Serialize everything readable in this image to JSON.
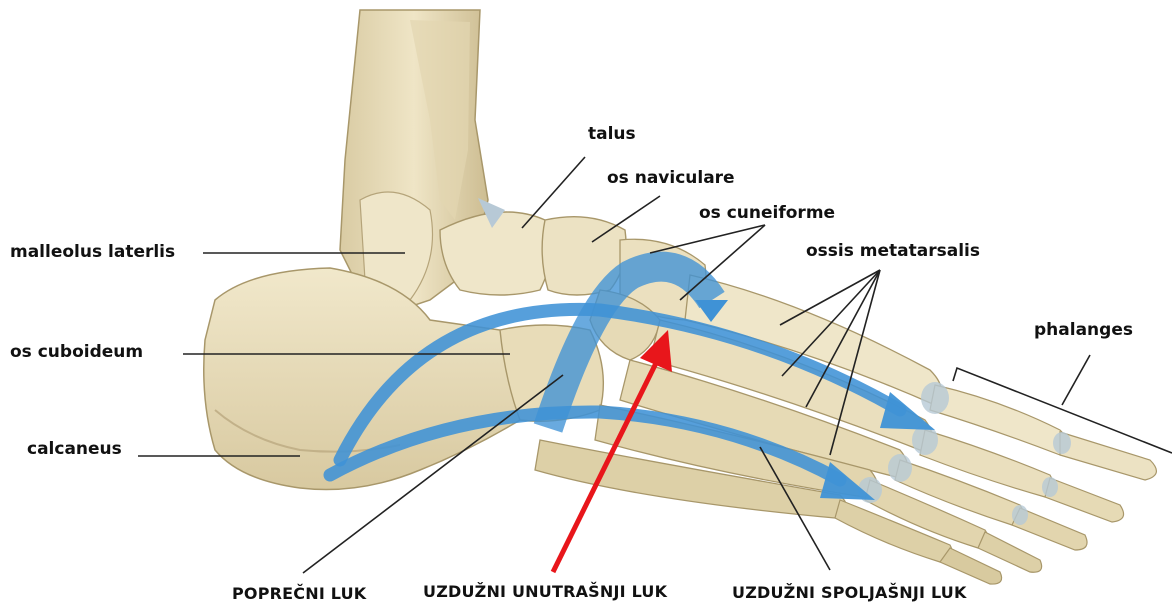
{
  "labels": {
    "talus": "talus",
    "os_naviculare": "os naviculare",
    "os_cuneiforme": "os cuneiforme",
    "ossis_metatarsalis": "ossis metatarsalis",
    "malleolus_laterlis": "malleolus laterlis",
    "os_cuboideum": "os cuboideum",
    "calcaneus": "calcaneus",
    "phalanges": "phalanges"
  },
  "captions": {
    "transverse_arch": "POPREČNI LUK",
    "medial_longitudinal_arch": "UZDUŽNI UNUTRAŠNJI LUK",
    "lateral_longitudinal_arch": "UZDUŽNI SPOLJAŠNJI LUK"
  },
  "colors": {
    "bone": "#e9dfbf",
    "bone_shadow": "#c9b98f",
    "bone_outline": "#a8976a",
    "cartilage": "#b7c9d6",
    "arch_arrow": "#3f92d6",
    "arrow_red": "#e8161b",
    "leader_line": "#222222"
  }
}
